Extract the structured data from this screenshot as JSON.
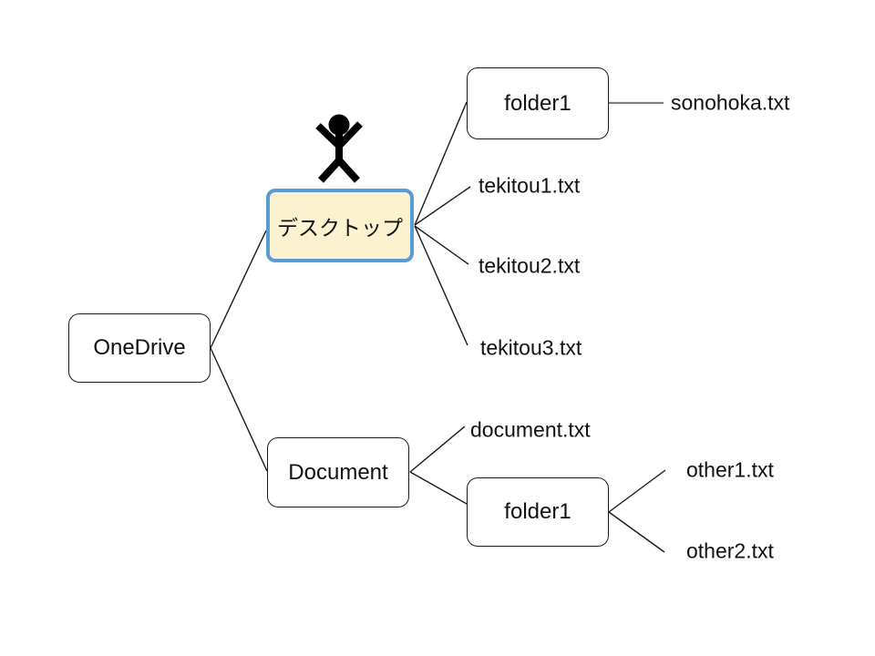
{
  "diagram": {
    "type": "file-hierarchy-mindmap",
    "selected_node": "デスクトップ",
    "nodes": {
      "onedrive": {
        "label": "OneDrive"
      },
      "desktop": {
        "label": "デスクトップ",
        "highlighted": true,
        "icon": "person"
      },
      "folder1_desktop": {
        "label": "folder1"
      },
      "document": {
        "label": "Document"
      },
      "folder1_document": {
        "label": "folder1"
      }
    },
    "files": {
      "sonohoka": {
        "label": "sonohoka.txt"
      },
      "tekitou1": {
        "label": "tekitou1.txt"
      },
      "tekitou2": {
        "label": "tekitou2.txt"
      },
      "tekitou3": {
        "label": "tekitou3.txt"
      },
      "document_txt": {
        "label": "document.txt"
      },
      "other1": {
        "label": "other1.txt"
      },
      "other2": {
        "label": "other2.txt"
      }
    },
    "edges": [
      {
        "from": "OneDrive",
        "to": "デスクトップ"
      },
      {
        "from": "OneDrive",
        "to": "Document"
      },
      {
        "from": "デスクトップ",
        "to": "folder1"
      },
      {
        "from": "デスクトップ",
        "to": "tekitou1.txt"
      },
      {
        "from": "デスクトップ",
        "to": "tekitou2.txt"
      },
      {
        "from": "デスクトップ",
        "to": "tekitou3.txt"
      },
      {
        "from": "folder1 (デスクトップ)",
        "to": "sonohoka.txt"
      },
      {
        "from": "Document",
        "to": "document.txt"
      },
      {
        "from": "Document",
        "to": "folder1"
      },
      {
        "from": "folder1 (Document)",
        "to": "other1.txt"
      },
      {
        "from": "folder1 (Document)",
        "to": "other2.txt"
      }
    ]
  },
  "colors": {
    "background": "#ffffff",
    "node_fill": "#ffffff",
    "node_border": "#1a1a1a",
    "text": "#111111",
    "highlight_fill": "#fcf2cf",
    "highlight_border": "#5b9bd5",
    "connector": "#1a1a1a",
    "connector_gray": "#808080",
    "icon": "#000000"
  }
}
